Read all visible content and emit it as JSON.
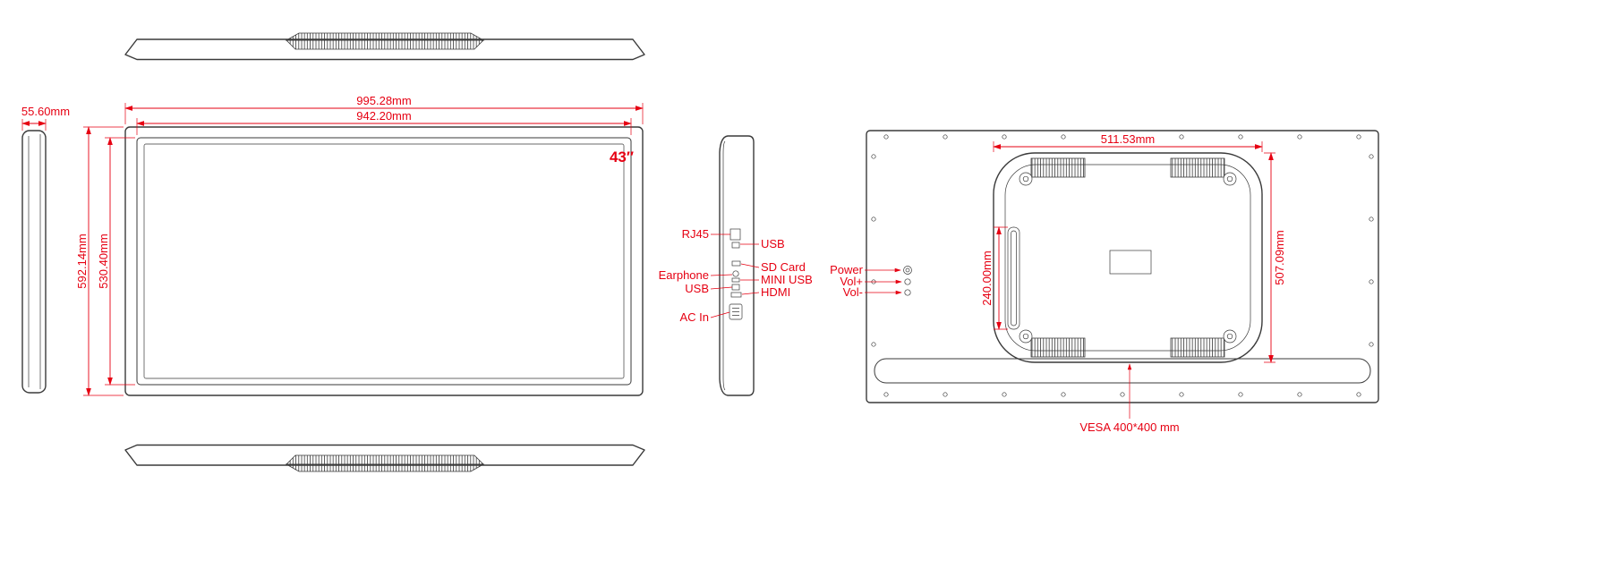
{
  "side_view": {
    "dim_thickness": "55.60mm"
  },
  "front_view": {
    "dim_outer_width": "995.28mm",
    "dim_inner_width": "942.20mm",
    "dim_outer_height": "592.14mm",
    "dim_inner_height": "530.40mm",
    "screen_size": "43″"
  },
  "ports_view": {
    "rj45": "RJ45",
    "usb_top": "USB",
    "earphone": "Earphone",
    "sd_card": "SD Card",
    "mini_usb": "MINI USB",
    "usb_side": "USB",
    "hdmi": "HDMI",
    "ac_in": "AC In"
  },
  "back_view": {
    "dim_mount_width": "511.53mm",
    "dim_mount_height": "507.09mm",
    "dim_slot_height": "240.00mm",
    "vesa_label": "VESA 400*400 mm",
    "button_power": "Power",
    "button_vol_up": "Vol+",
    "button_vol_down": "Vol-"
  },
  "colors": {
    "dimension_red": "#e60012",
    "outline_ink": "#3a3a3a"
  }
}
